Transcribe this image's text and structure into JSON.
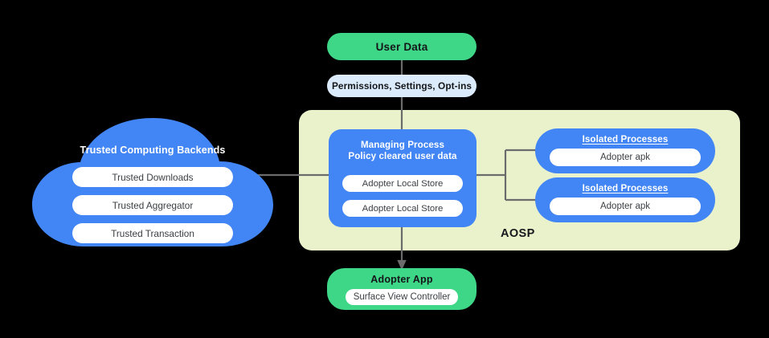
{
  "diagram": {
    "title": "AOSP Trusted Computing / Adopter architecture",
    "colors": {
      "background": "#000000",
      "blue": "#4285F4",
      "green": "#3ED787",
      "light_blue": "#DBEBFB",
      "pale_yellow": "#EAF2CC",
      "white": "#FFFFFF",
      "connector_gray": "#6B6B6B"
    }
  },
  "user_data": {
    "label": "User Data"
  },
  "permissions": {
    "label": "Permissions,  Settings, Opt-ins"
  },
  "aosp": {
    "label": "AOSP"
  },
  "managing_process": {
    "title_line1": "Managing Process",
    "title_line2": "Policy cleared user data",
    "stores": [
      {
        "label": "Adopter Local Store"
      },
      {
        "label": "Adopter Local Store"
      }
    ]
  },
  "isolated_processes": [
    {
      "title": "Isolated Processes",
      "apk": "Adopter apk"
    },
    {
      "title": "Isolated Processes",
      "apk": "Adopter apk"
    }
  ],
  "cloud": {
    "title": "Trusted Computing Backends",
    "services": [
      {
        "label": "Trusted Downloads"
      },
      {
        "label": "Trusted Aggregator"
      },
      {
        "label": "Trusted Transaction"
      }
    ]
  },
  "adopter_app": {
    "title": "Adopter App",
    "controller": "Surface View Controller"
  }
}
